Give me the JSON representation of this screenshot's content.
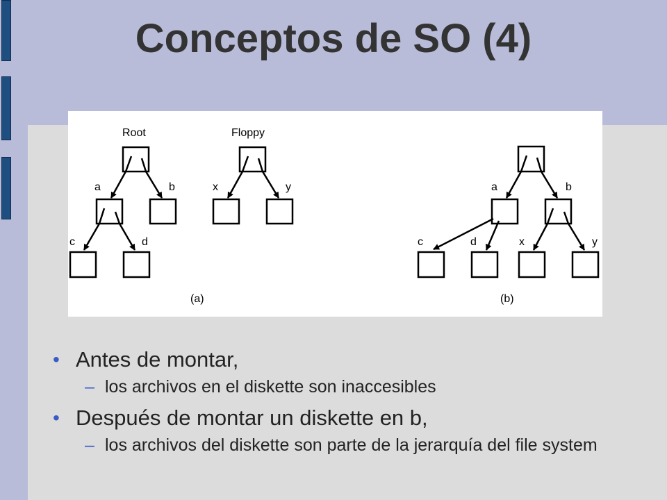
{
  "slide": {
    "title": "Conceptos de SO (4)"
  },
  "diagram": {
    "label_root": "Root",
    "label_floppy": "Floppy",
    "label_a": "a",
    "label_b": "b",
    "label_c": "c",
    "label_d": "d",
    "label_x": "x",
    "label_y": "y",
    "caption_a": "(a)",
    "caption_b": "(b)"
  },
  "bullets": [
    {
      "text": "Antes de montar,",
      "sub": "los archivos en el diskette son inaccesibles"
    },
    {
      "text": "Después de montar un diskette en b,",
      "sub": "los archivos del diskette son parte de la jerarquía del file system"
    }
  ],
  "colors": {
    "background": "#b8bcd9",
    "panel": "#dcdcdc",
    "accent_bar": "#1e4f80",
    "bullet": "#3a5bc4"
  }
}
